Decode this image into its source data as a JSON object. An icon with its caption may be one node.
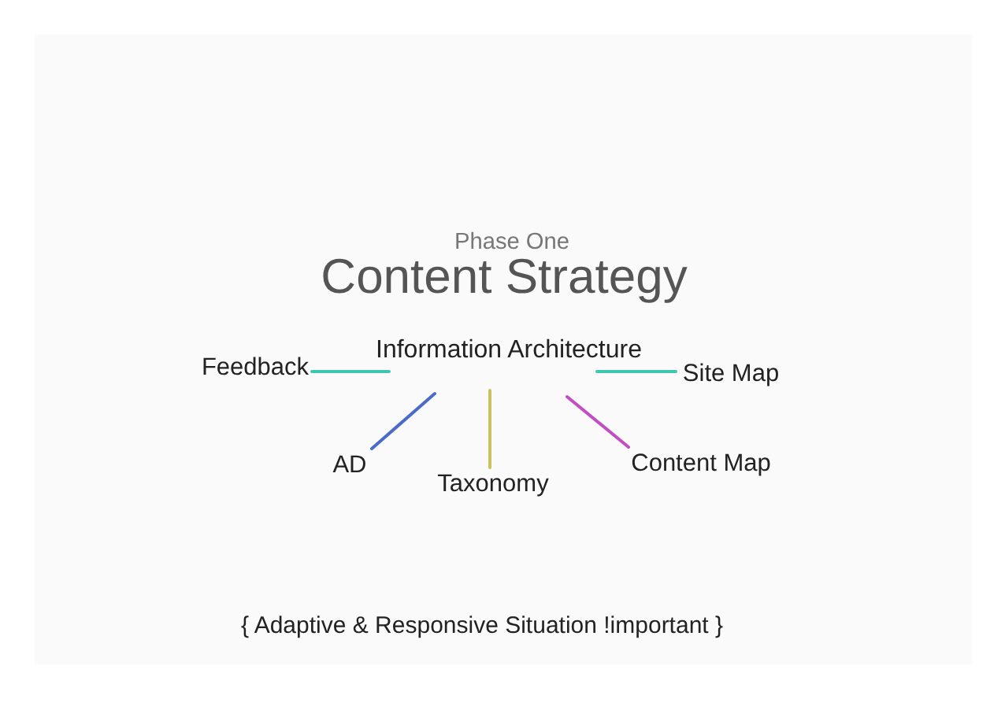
{
  "diagram": {
    "title": "Content Strategy",
    "nodes": [
      {
        "text": [
          "Information Architecture"
        ]
      },
      {
        "text": [
          "Feedback"
        ]
      },
      {
        "text": [
          "Site Map"
        ]
      },
      {
        "text": [
          "AD"
        ]
      },
      {
        "text": [
          "Taxonomy"
        ]
      },
      {
        "text": [
          "Content Map"
        ]
      }
    ],
    "edges": [
      {
        "from": 0,
        "to": 1,
        "arrow": "none"
      },
      {
        "from": 0,
        "to": 2,
        "arrow": "none"
      },
      {
        "from": 0,
        "to": 3,
        "arrow": "none",
        "color": "#4a6cc8"
      },
      {
        "from": 0,
        "to": 4,
        "arrow": "none",
        "color": "#c9c25e"
      },
      {
        "from": 0,
        "to": 5,
        "arrow": "none",
        "color": "#c24fc2"
      }
    ],
    "labels": [
      "Phase One",
      "{ Adaptive & Responsive Situation !important }"
    ]
  }
}
